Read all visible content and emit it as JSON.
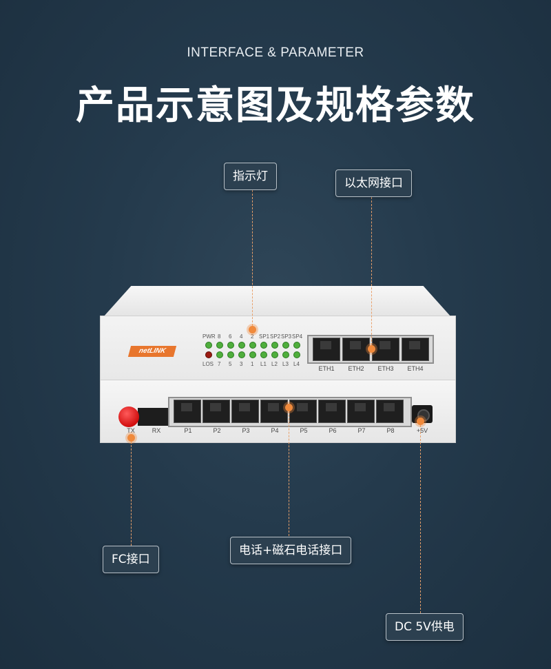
{
  "header": {
    "subtitle": "INTERFACE & PARAMETER",
    "title": "产品示意图及规格参数"
  },
  "callouts": {
    "indicator": "指示灯",
    "ethernet": "以太网接口",
    "fc": "FC接口",
    "phone": "电话+磁石电话接口",
    "power": "DC 5V供电"
  },
  "device": {
    "brand": "netLINK",
    "led_top_labels": [
      "PWR",
      "8",
      "6",
      "4",
      "2",
      "SP1",
      "SP2",
      "SP3",
      "SP4"
    ],
    "led_bottom_labels": [
      "LOS",
      "7",
      "5",
      "3",
      "1",
      "L1",
      "L2",
      "L3",
      "L4"
    ],
    "eth_ports": [
      "ETH1",
      "ETH2",
      "ETH3",
      "ETH4"
    ],
    "phone_ports": [
      "P1",
      "P2",
      "P3",
      "P4",
      "P5",
      "P6",
      "P7",
      "P8"
    ],
    "fc_labels": [
      "TX",
      "RX"
    ],
    "power_label": "+5V"
  },
  "colors": {
    "accent": "#f08a3c",
    "background": "#243a4c",
    "led_green": "#4fae3c",
    "led_red": "#9b1b12",
    "fc_red": "#d10f0f"
  }
}
